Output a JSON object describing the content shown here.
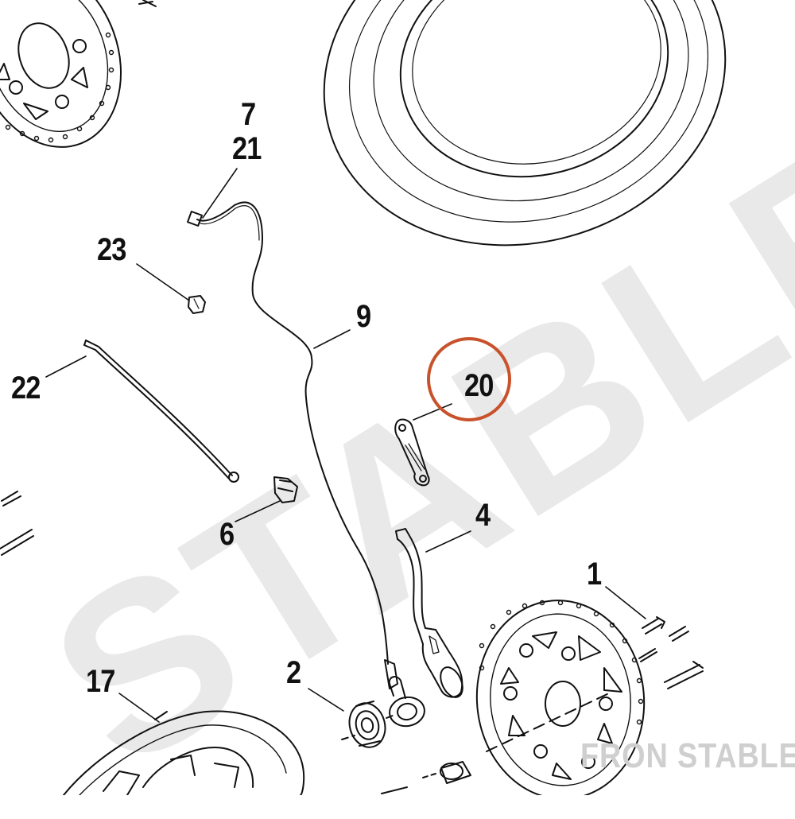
{
  "watermark": "STABLE",
  "brand": "FRON STABLE",
  "highlight_color": "#c8522b",
  "callouts": {
    "c1": "1",
    "c2": "2",
    "c4": "4",
    "c6": "6",
    "c7": "7",
    "c9": "9",
    "c17": "17",
    "c20": "20",
    "c21": "21",
    "c22": "22",
    "c23": "23"
  },
  "highlighted_callout": "20"
}
